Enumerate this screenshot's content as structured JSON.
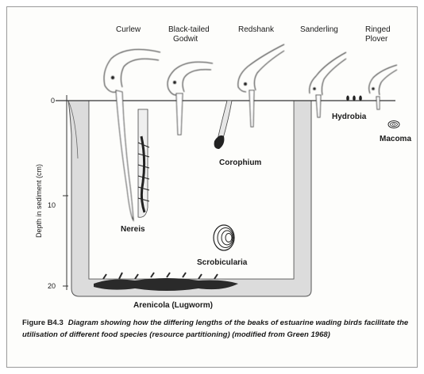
{
  "birds": [
    "Curlew",
    "Black-tailed\nGodwit",
    "Redshank",
    "Sanderling",
    "Ringed\nPlover"
  ],
  "bird_lines": [
    [
      "Curlew"
    ],
    [
      "Black-tailed",
      "Godwit"
    ],
    [
      "Redshank"
    ],
    [
      "Sanderling"
    ],
    [
      "Ringed",
      "Plover"
    ]
  ],
  "prey": {
    "nereis": "Nereis",
    "corophium": "Corophium",
    "hydrobia": "Hydrobia",
    "macoma": "Macoma",
    "scrobicularia": "Scrobicularia",
    "arenicola": "Arenicola (Lugworm)"
  },
  "axis": {
    "label": "Depth in sediment (cm)",
    "ticks": [
      "0",
      "10",
      "20"
    ]
  },
  "caption": {
    "figure_number": "Figure B4.3",
    "text": "Diagram showing how the differing lengths of the beaks of estuarine wading birds facilitate the utilisation of different food species (resource partitioning) (modified from Green 1968)"
  },
  "colors": {
    "ink": "#1a1a1a",
    "sediment_band": "#d9d9d9",
    "worm": "#2a2a2a"
  }
}
